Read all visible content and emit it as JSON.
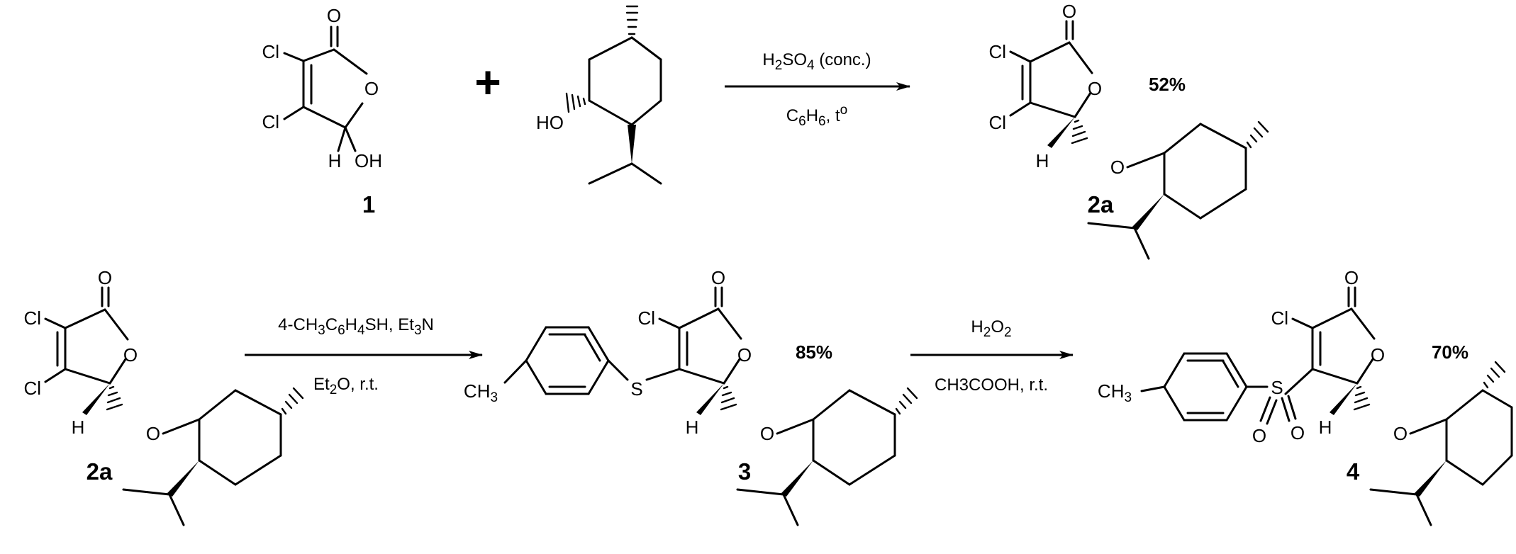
{
  "compounds": {
    "c1": "1",
    "c2a_top": "2a",
    "c2a_bottom": "2a",
    "c3": "3",
    "c4": "4"
  },
  "atoms": {
    "oxygen": "O",
    "chlorine": "Cl",
    "hydrogen": "H",
    "hydroxyl": "OH",
    "hydroxyl_left": "HO",
    "sulfur": "S",
    "methyl": "CH",
    "methyl_sub": "3"
  },
  "operators": {
    "plus": "+"
  },
  "reactions": {
    "r1": {
      "line1_pre": "H",
      "line1_sub1": "2",
      "line1_mid": "SO",
      "line1_sub2": "4",
      "line1_post": " (conc.)",
      "line2_pre": "C",
      "line2_sub1": "6",
      "line2_mid": "H",
      "line2_sub2": "6",
      "line2_post": ",  t",
      "line2_sup": "o",
      "yield": "52%"
    },
    "r2": {
      "line1_a": "4-CH",
      "line1_s1": "3",
      "line1_b": "C",
      "line1_s2": "6",
      "line1_c": "H",
      "line1_s3": "4",
      "line1_d": "SH,  Et",
      "line1_s4": "3",
      "line1_e": "N",
      "line2_a": "Et",
      "line2_s1": "2",
      "line2_b": "O,  r.t.",
      "yield": "85%"
    },
    "r3": {
      "line1_a": "H",
      "line1_s1": "2",
      "line1_b": "O",
      "line1_s2": "2",
      "line2": "CH3COOH,  r.t.",
      "yield": "70%"
    }
  }
}
